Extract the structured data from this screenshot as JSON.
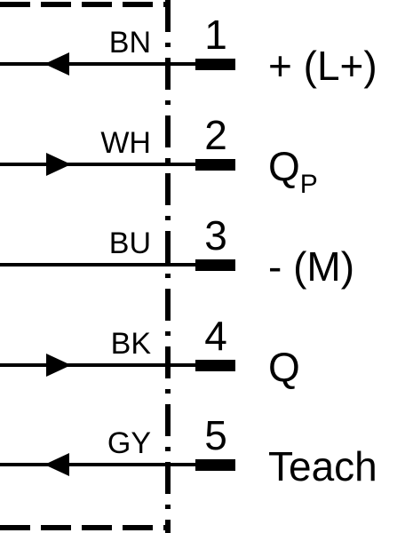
{
  "colors": {
    "line": "#000000",
    "background": "#ffffff"
  },
  "wires": [
    {
      "color_code": "BN",
      "pin": "1",
      "signal": "+ (L+)",
      "signal_sub": "",
      "arrow": "left"
    },
    {
      "color_code": "WH",
      "pin": "2",
      "signal": "Q",
      "signal_sub": "P",
      "arrow": "right"
    },
    {
      "color_code": "BU",
      "pin": "3",
      "signal": "- (M)",
      "signal_sub": "",
      "arrow": "none"
    },
    {
      "color_code": "BK",
      "pin": "4",
      "signal": "Q",
      "signal_sub": "",
      "arrow": "right"
    },
    {
      "color_code": "GY",
      "pin": "5",
      "signal": "Teach",
      "signal_sub": "",
      "arrow": "left"
    }
  ]
}
